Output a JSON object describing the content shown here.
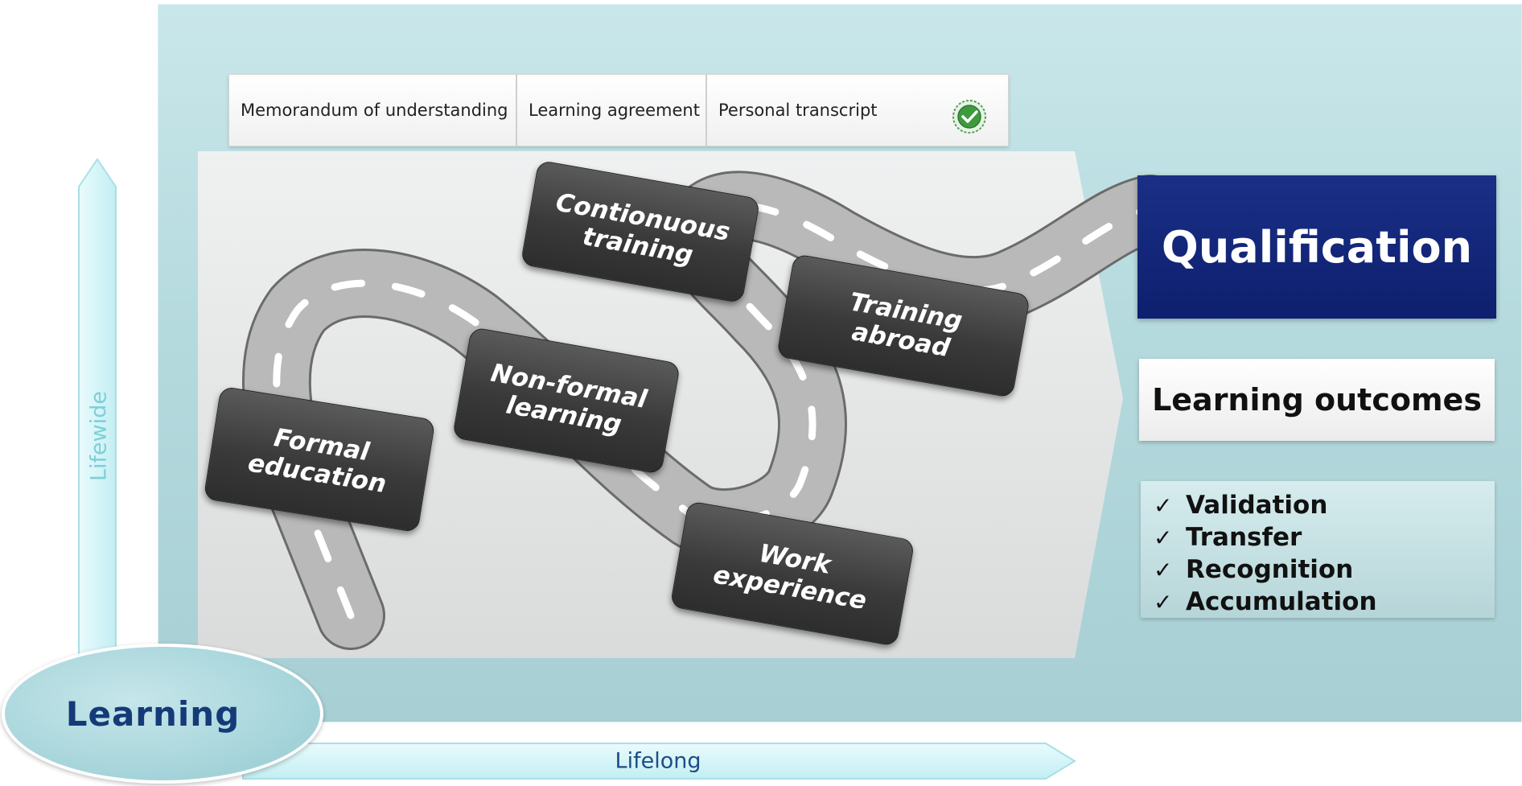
{
  "documents": {
    "tabs": [
      {
        "label": "Memorandum of understanding"
      },
      {
        "label": "Learning agreement"
      },
      {
        "label": "Personal transcript"
      }
    ],
    "badge_icon": "green-checkmark-seal-icon"
  },
  "pathway": {
    "stops": [
      {
        "label": "Formal\neducation"
      },
      {
        "label": "Non-formal\nlearning"
      },
      {
        "label": "Contionuous\ntraining"
      },
      {
        "label": "Training\nabroad"
      },
      {
        "label": "Work\nexperience"
      }
    ]
  },
  "goal": {
    "qualification": "Qualification",
    "learning_outcomes": "Learning outcomes",
    "checklist": [
      "Validation",
      "Transfer",
      "Recognition",
      "Accumulation"
    ],
    "check_symbol": "✓"
  },
  "axes": {
    "vertical": "Lifewide",
    "horizontal": "Lifelong",
    "origin": "Learning"
  },
  "colors": {
    "qualification_bg": "#0d1f6e",
    "learning_text": "#143a78",
    "lifewide_text": "#7fcfd8",
    "lifelong_text": "#1e4d86"
  }
}
